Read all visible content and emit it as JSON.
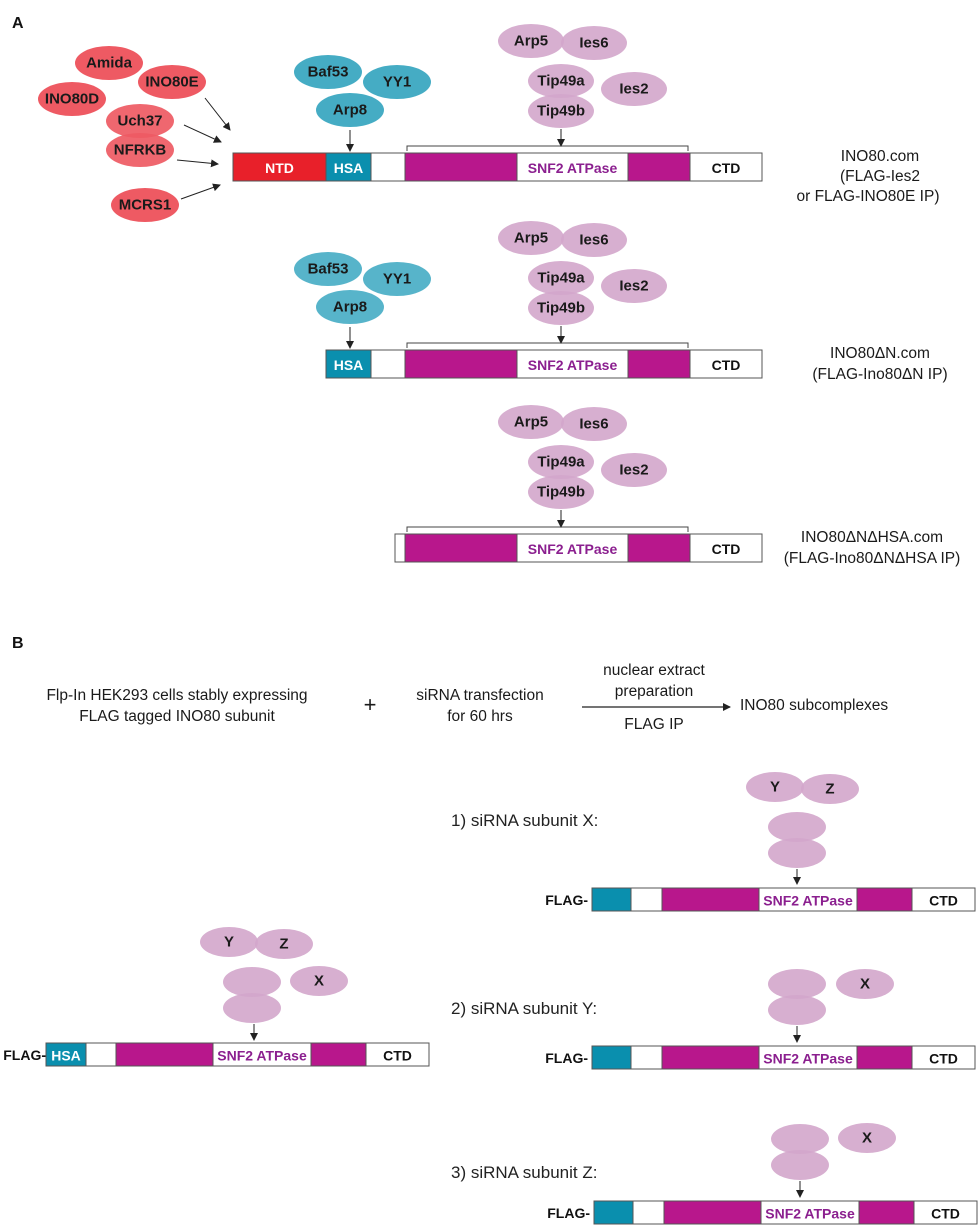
{
  "colors": {
    "red_subunit": "#ee5a63",
    "teal_subunit": "#45acc4",
    "pink_subunit": "#d3a6cb",
    "ntd": "#e8202a",
    "hsa": "#0a8fae",
    "atpase_magenta": "#b8178c",
    "atpase_text": "#8b1f8f",
    "outline": "#555555"
  },
  "panel_a": {
    "label": "A",
    "red_subunits": [
      "Amida",
      "INO80E",
      "INO80D",
      "Uch37",
      "NFRKB",
      "MCRS1"
    ],
    "teal_subunits": [
      "Baf53",
      "YY1",
      "Arp8"
    ],
    "pink_subunits": [
      "Arp5",
      "Ies6",
      "Tip49a",
      "Ies2",
      "Tip49b"
    ],
    "domains": {
      "ntd": "NTD",
      "hsa": "HSA",
      "snf2": "SNF2 ATPase",
      "ctd": "CTD"
    },
    "constructs": [
      {
        "name": "INO80.com",
        "lines": [
          "INO80.com",
          "(FLAG-Ies2",
          "or FLAG-INO80E IP)"
        ]
      },
      {
        "name": "INO80ΔN.com",
        "lines": [
          "INO80ΔN.com",
          "(FLAG-Ino80ΔN IP)"
        ]
      },
      {
        "name": "INO80ΔNΔHSA.com",
        "lines": [
          "INO80ΔNΔHSA.com",
          "(FLAG-Ino80ΔNΔHSA IP)"
        ]
      }
    ]
  },
  "panel_b": {
    "label": "B",
    "cells_line1": "Flp-In HEK293  cells stably expressing",
    "cells_line2": "FLAG tagged INO80 subunit",
    "plus": "+",
    "sirna_line1": "siRNA transfection",
    "sirna_line2": "for 60 hrs",
    "arrow_top_line1": "nuclear extract",
    "arrow_top_line2": "preparation",
    "arrow_bottom": "FLAG IP",
    "result": "INO80 subcomplexes",
    "flag_prefix": "FLAG-",
    "hsa": "HSA",
    "snf2": "SNF2 ATPase",
    "ctd": "CTD",
    "subunit_x": "X",
    "subunit_y": "Y",
    "subunit_z": "Z",
    "steps": [
      "1) siRNA subunit X:",
      "2) siRNA subunit Y:",
      "3) siRNA subunit Z:"
    ]
  }
}
